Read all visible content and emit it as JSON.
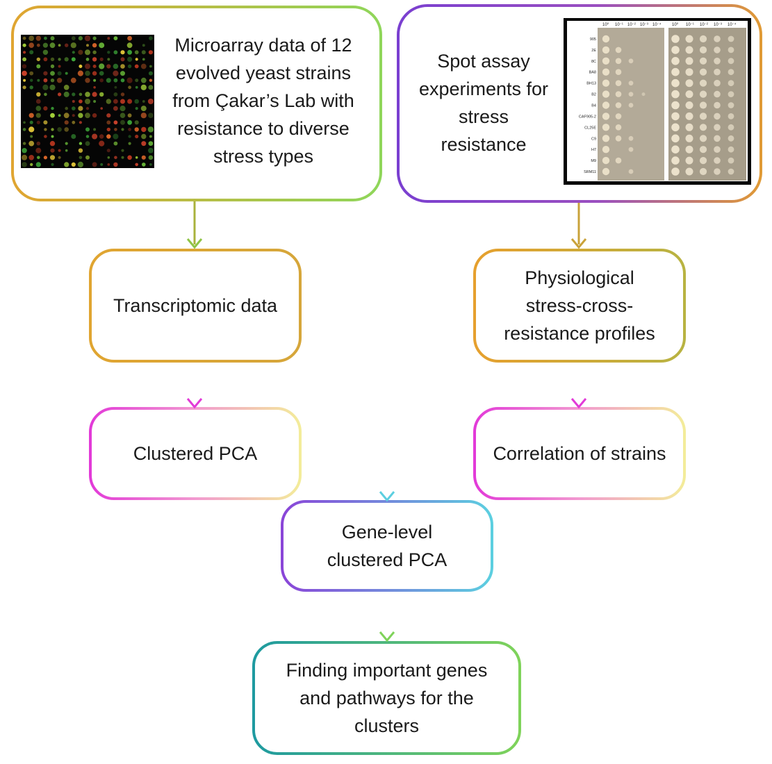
{
  "nodes": {
    "microarray": {
      "text": "Microarray data of 12\nevolved yeast strains\nfrom Çakar’s Lab with\nresistance to diverse\nstress types",
      "image": "microarray-image"
    },
    "spot_assay": {
      "text": "Spot assay\nexperiments for\nstress\nresistance",
      "image": "spot-assay-plate-image",
      "dilution_labels": [
        "10⁰",
        "10⁻¹",
        "10⁻²",
        "10⁻³",
        "10⁻⁴"
      ],
      "strain_labels": [
        "905",
        "2E",
        "8C",
        "BA8",
        "BH13",
        "B2",
        "B4",
        "CAF905-2",
        "CL25E",
        "C9",
        "H7",
        "M9",
        "SRM11"
      ]
    },
    "transcriptomic": {
      "text": "Transcriptomic data"
    },
    "physiological": {
      "text": "Physiological\nstress-cross-\nresistance profiles"
    },
    "clustered_pca": {
      "text": "Clustered PCA"
    },
    "correlation": {
      "text": "Correlation of strains"
    },
    "gene_level": {
      "text": "Gene-level\nclustered PCA"
    },
    "finding": {
      "text": "Finding important genes\nand pathways for the\nclusters"
    }
  },
  "colors": {
    "orange": "#e0a531",
    "green": "#7fd35a",
    "purple": "#7a3fd0",
    "magenta": "#e23ad8",
    "yellow": "#f3ec9a",
    "cyan": "#5ccfe0",
    "teal": "#1e9aa0",
    "olive": "#c2ae3c",
    "plate": "#b3aa98",
    "colony": "#ece1c9"
  }
}
